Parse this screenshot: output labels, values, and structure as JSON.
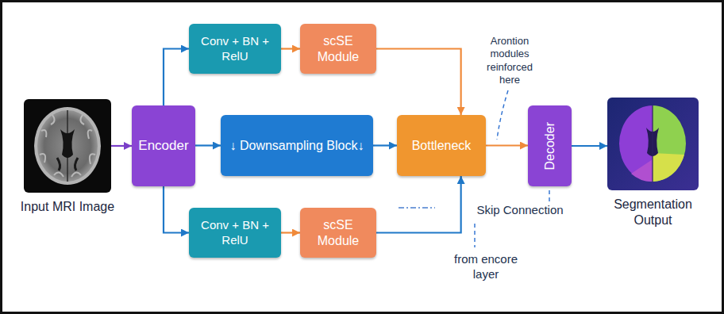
{
  "diagram": {
    "nodes": [
      {
        "text": [
          "Input MRI Image"
        ]
      },
      {
        "text": [
          "Encoder"
        ]
      },
      {
        "text": [
          "Conv + BN + RelU"
        ]
      },
      {
        "text": [
          "scSE Module"
        ]
      },
      {
        "text": [
          "↓ Downsampling Block↓"
        ]
      },
      {
        "text": [
          "Conv + BN + RelU"
        ]
      },
      {
        "text": [
          "scSE Module"
        ]
      },
      {
        "text": [
          "Bottleneck"
        ]
      },
      {
        "text": [
          "Decoder"
        ]
      },
      {
        "text": [
          "Segmentation Output"
        ]
      }
    ],
    "edges": [
      {
        "from": 0,
        "to": 1,
        "arrow": "to"
      },
      {
        "from": 1,
        "to": 2,
        "arrow": "to"
      },
      {
        "from": 1,
        "to": 4,
        "arrow": "to"
      },
      {
        "from": 1,
        "to": 5,
        "arrow": "to"
      },
      {
        "from": 2,
        "to": 3,
        "arrow": "to"
      },
      {
        "from": 4,
        "to": 7,
        "arrow": "to"
      },
      {
        "from": 5,
        "to": 6,
        "arrow": "to"
      },
      {
        "from": 3,
        "to": 7,
        "arrow": "to"
      },
      {
        "from": 6,
        "to": 7,
        "arrow": "to"
      },
      {
        "from": 7,
        "to": 8,
        "arrow": "to"
      },
      {
        "from": 8,
        "to": 9,
        "arrow": "to"
      }
    ],
    "labels": [
      "Arontion modules reinforced here",
      "Skip Connection",
      "from encore layer"
    ]
  }
}
